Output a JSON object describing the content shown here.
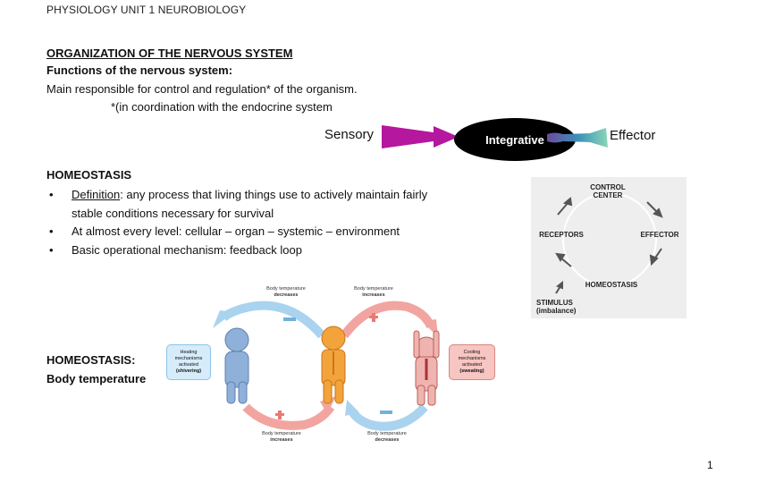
{
  "header": "PHYSIOLOGY UNIT 1 NEUROBIOLOGY",
  "section1": {
    "title": "ORGANIZATION OF THE NERVOUS SYSTEM",
    "subtitle": "Functions of the nervous system:",
    "line1": "Main responsible for control and regulation* of the organism.",
    "line2": "*(in coordination with the endocrine system"
  },
  "flow": {
    "sensory": "Sensory",
    "integrative": "Integrative",
    "effector": "Effector",
    "colors": {
      "sensory_arrow": "#b5179e",
      "integrative_fill": "#000000"
    }
  },
  "section2": {
    "title": "HOMEOSTASIS",
    "bullets": [
      {
        "term": "Definition",
        "text": ": any process that living things use to actively maintain fairly stable conditions necessary for survival"
      },
      {
        "term": "",
        "text": "At almost every level: cellular – organ – systemic – environment"
      },
      {
        "term": "",
        "text": "Basic operational mechanism: feedback loop"
      }
    ]
  },
  "loop": {
    "control_center": "CONTROL CENTER",
    "effector": "EFFECTOR",
    "homeostasis": "HOMEOSTASIS",
    "receptors": "RECEPTORS",
    "stimulus": "STIMULUS",
    "stimulus_note": "(imbalance)"
  },
  "body_temp": {
    "title_line1": "HOMEOSTASIS:",
    "title_line2": "Body temperature",
    "top_left_label": [
      "Body temperature",
      "decreases"
    ],
    "top_right_label": [
      "Body temperature",
      "increases"
    ],
    "bottom_left_label": [
      "Body temperature",
      "increases"
    ],
    "bottom_right_label": [
      "Body temperature",
      "decreases"
    ],
    "heating_box": [
      "Heating",
      "mechanisms",
      "activated",
      "(shivering)"
    ],
    "cooling_box": [
      "Cooling",
      "mechanisms",
      "activated",
      "(sweating)"
    ],
    "minus": "−",
    "plus": "+",
    "colors": {
      "cold": "#a9d3ee",
      "hot": "#f2a5a0",
      "neutral": "#f3a33c"
    }
  },
  "page_number": "1"
}
